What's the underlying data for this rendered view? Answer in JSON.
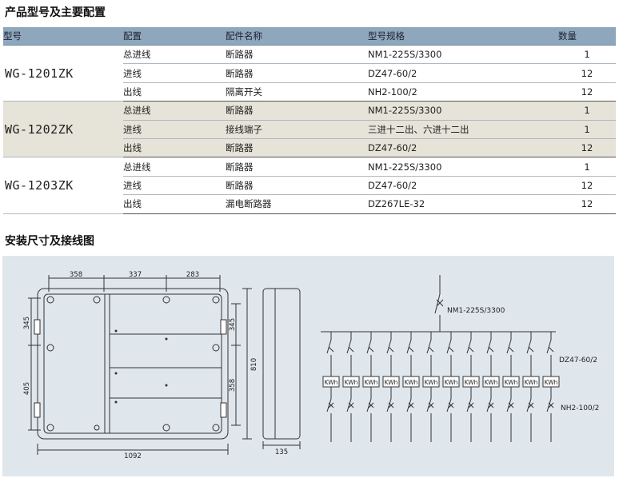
{
  "section1_title": "产品型号及主要配置",
  "section2_title": "安装尺寸及接线图",
  "table": {
    "headers": [
      "型号",
      "配置",
      "配件名称",
      "型号规格",
      "数量"
    ],
    "groups": [
      {
        "model": "WG-1201ZK",
        "shaded": false,
        "rows": [
          {
            "config": "总进线",
            "part": "断路器",
            "spec": "NM1-225S/3300",
            "qty": "1"
          },
          {
            "config": "进线",
            "part": "断路器",
            "spec": "DZ47-60/2",
            "qty": "12"
          },
          {
            "config": "出线",
            "part": "隔离开关",
            "spec": "NH2-100/2",
            "qty": "12"
          }
        ]
      },
      {
        "model": "WG-1202ZK",
        "shaded": true,
        "rows": [
          {
            "config": "总进线",
            "part": "断路器",
            "spec": "NM1-225S/3300",
            "qty": "1"
          },
          {
            "config": "进线",
            "part": "接线端子",
            "spec": "三进十二出、六进十二出",
            "qty": "1"
          },
          {
            "config": "出线",
            "part": "断路器",
            "spec": "DZ47-60/2",
            "qty": "12"
          }
        ]
      },
      {
        "model": "WG-1203ZK",
        "shaded": false,
        "rows": [
          {
            "config": "总进线",
            "part": "断路器",
            "spec": "NM1-225S/3300",
            "qty": "1"
          },
          {
            "config": "进线",
            "part": "断路器",
            "spec": "DZ47-60/2",
            "qty": "12"
          },
          {
            "config": "出线",
            "part": "漏电断路器",
            "spec": "DZ267LE-32",
            "qty": "12"
          }
        ]
      }
    ]
  },
  "drawing": {
    "dim_top": [
      "358",
      "337",
      "283"
    ],
    "dim_left": [
      "345",
      "405"
    ],
    "dim_right_inner": [
      "345",
      "358"
    ],
    "dim_height": "810",
    "dim_width": "1092",
    "dim_depth": "135"
  },
  "wiring": {
    "main_breaker": "NM1-225S/3300",
    "branch_breaker": "DZ47-60/2",
    "meter_label": "KWh",
    "switch_label": "NH2-100/2",
    "branch_count": 12
  },
  "colors": {
    "header_bg": "#8fa7bd",
    "shade_bg": "#e6e3d8",
    "diagram_bg": "#dfe6ec"
  }
}
